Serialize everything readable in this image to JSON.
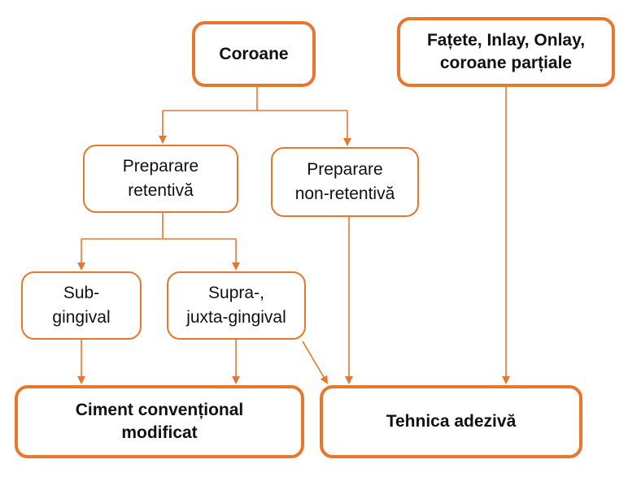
{
  "colors": {
    "accent": "#e8772e",
    "text": "#111111",
    "background": "#ffffff"
  },
  "nodes": {
    "coroane": {
      "lines": [
        "Coroane"
      ]
    },
    "fatete": {
      "lines": [
        "Fațete, Inlay, Onlay,",
        "coroane parțiale"
      ]
    },
    "preparare_retentiva": {
      "lines": [
        "Preparare",
        "retentivă"
      ]
    },
    "preparare_non_retentiva": {
      "lines": [
        "Preparare",
        "non-retentivă"
      ]
    },
    "sub_gingival": {
      "lines": [
        "Sub-",
        "gingival"
      ]
    },
    "supra_juxta_gingival": {
      "lines": [
        "Supra-,",
        "juxta-gingival"
      ]
    },
    "ciment_conventional": {
      "lines": [
        "Ciment convențional",
        "modificat"
      ]
    },
    "tehnica_adeziva": {
      "lines": [
        "Tehnica adezivă"
      ]
    }
  }
}
